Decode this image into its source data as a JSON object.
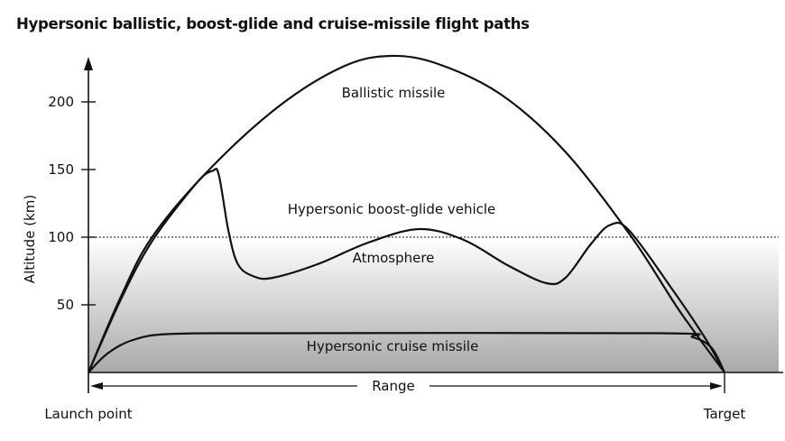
{
  "title": "Hypersonic ballistic, boost-glide and cruise-missile flight paths",
  "chart_data": {
    "type": "line",
    "title": "Hypersonic ballistic, boost-glide and cruise-missile flight paths",
    "ylabel": "Altitude (km)",
    "xlabel": "Range",
    "x_start_label": "Launch point",
    "x_end_label": "Target",
    "yticks": [
      50,
      100,
      150,
      200
    ],
    "ylim": [
      0,
      240
    ],
    "xlim": [
      0,
      1
    ],
    "atmosphere": {
      "label": "Atmosphere",
      "top_km": 100
    },
    "series": [
      {
        "name": "Ballistic missile",
        "points": [
          [
            0,
            0
          ],
          [
            0.05,
            55
          ],
          [
            0.1,
            100
          ],
          [
            0.19,
            150
          ],
          [
            0.3,
            197
          ],
          [
            0.4,
            226
          ],
          [
            0.474,
            234
          ],
          [
            0.55,
            228
          ],
          [
            0.65,
            205
          ],
          [
            0.75,
            163
          ],
          [
            0.854,
            100
          ],
          [
            0.93,
            45
          ],
          [
            1,
            0
          ]
        ]
      },
      {
        "name": "Hypersonic boost-glide vehicle",
        "points": [
          [
            0,
            0
          ],
          [
            0.05,
            53
          ],
          [
            0.1,
            97
          ],
          [
            0.17,
            140
          ],
          [
            0.195,
            149
          ],
          [
            0.205,
            146
          ],
          [
            0.22,
            105
          ],
          [
            0.235,
            80
          ],
          [
            0.26,
            71
          ],
          [
            0.29,
            70
          ],
          [
            0.36,
            80
          ],
          [
            0.44,
            96
          ],
          [
            0.52,
            106
          ],
          [
            0.59,
            98
          ],
          [
            0.66,
            79
          ],
          [
            0.72,
            66
          ],
          [
            0.75,
            70
          ],
          [
            0.79,
            95
          ],
          [
            0.82,
            109
          ],
          [
            0.85,
            105
          ],
          [
            0.92,
            60
          ],
          [
            0.97,
            25
          ],
          [
            1,
            0
          ]
        ]
      },
      {
        "name": "Hypersonic cruise missile",
        "points": [
          [
            0,
            0
          ],
          [
            0.03,
            14
          ],
          [
            0.07,
            24
          ],
          [
            0.13,
            28.5
          ],
          [
            0.3,
            29
          ],
          [
            0.9,
            29
          ],
          [
            0.95,
            26
          ],
          [
            0.98,
            18
          ],
          [
            1,
            0
          ]
        ]
      }
    ]
  }
}
